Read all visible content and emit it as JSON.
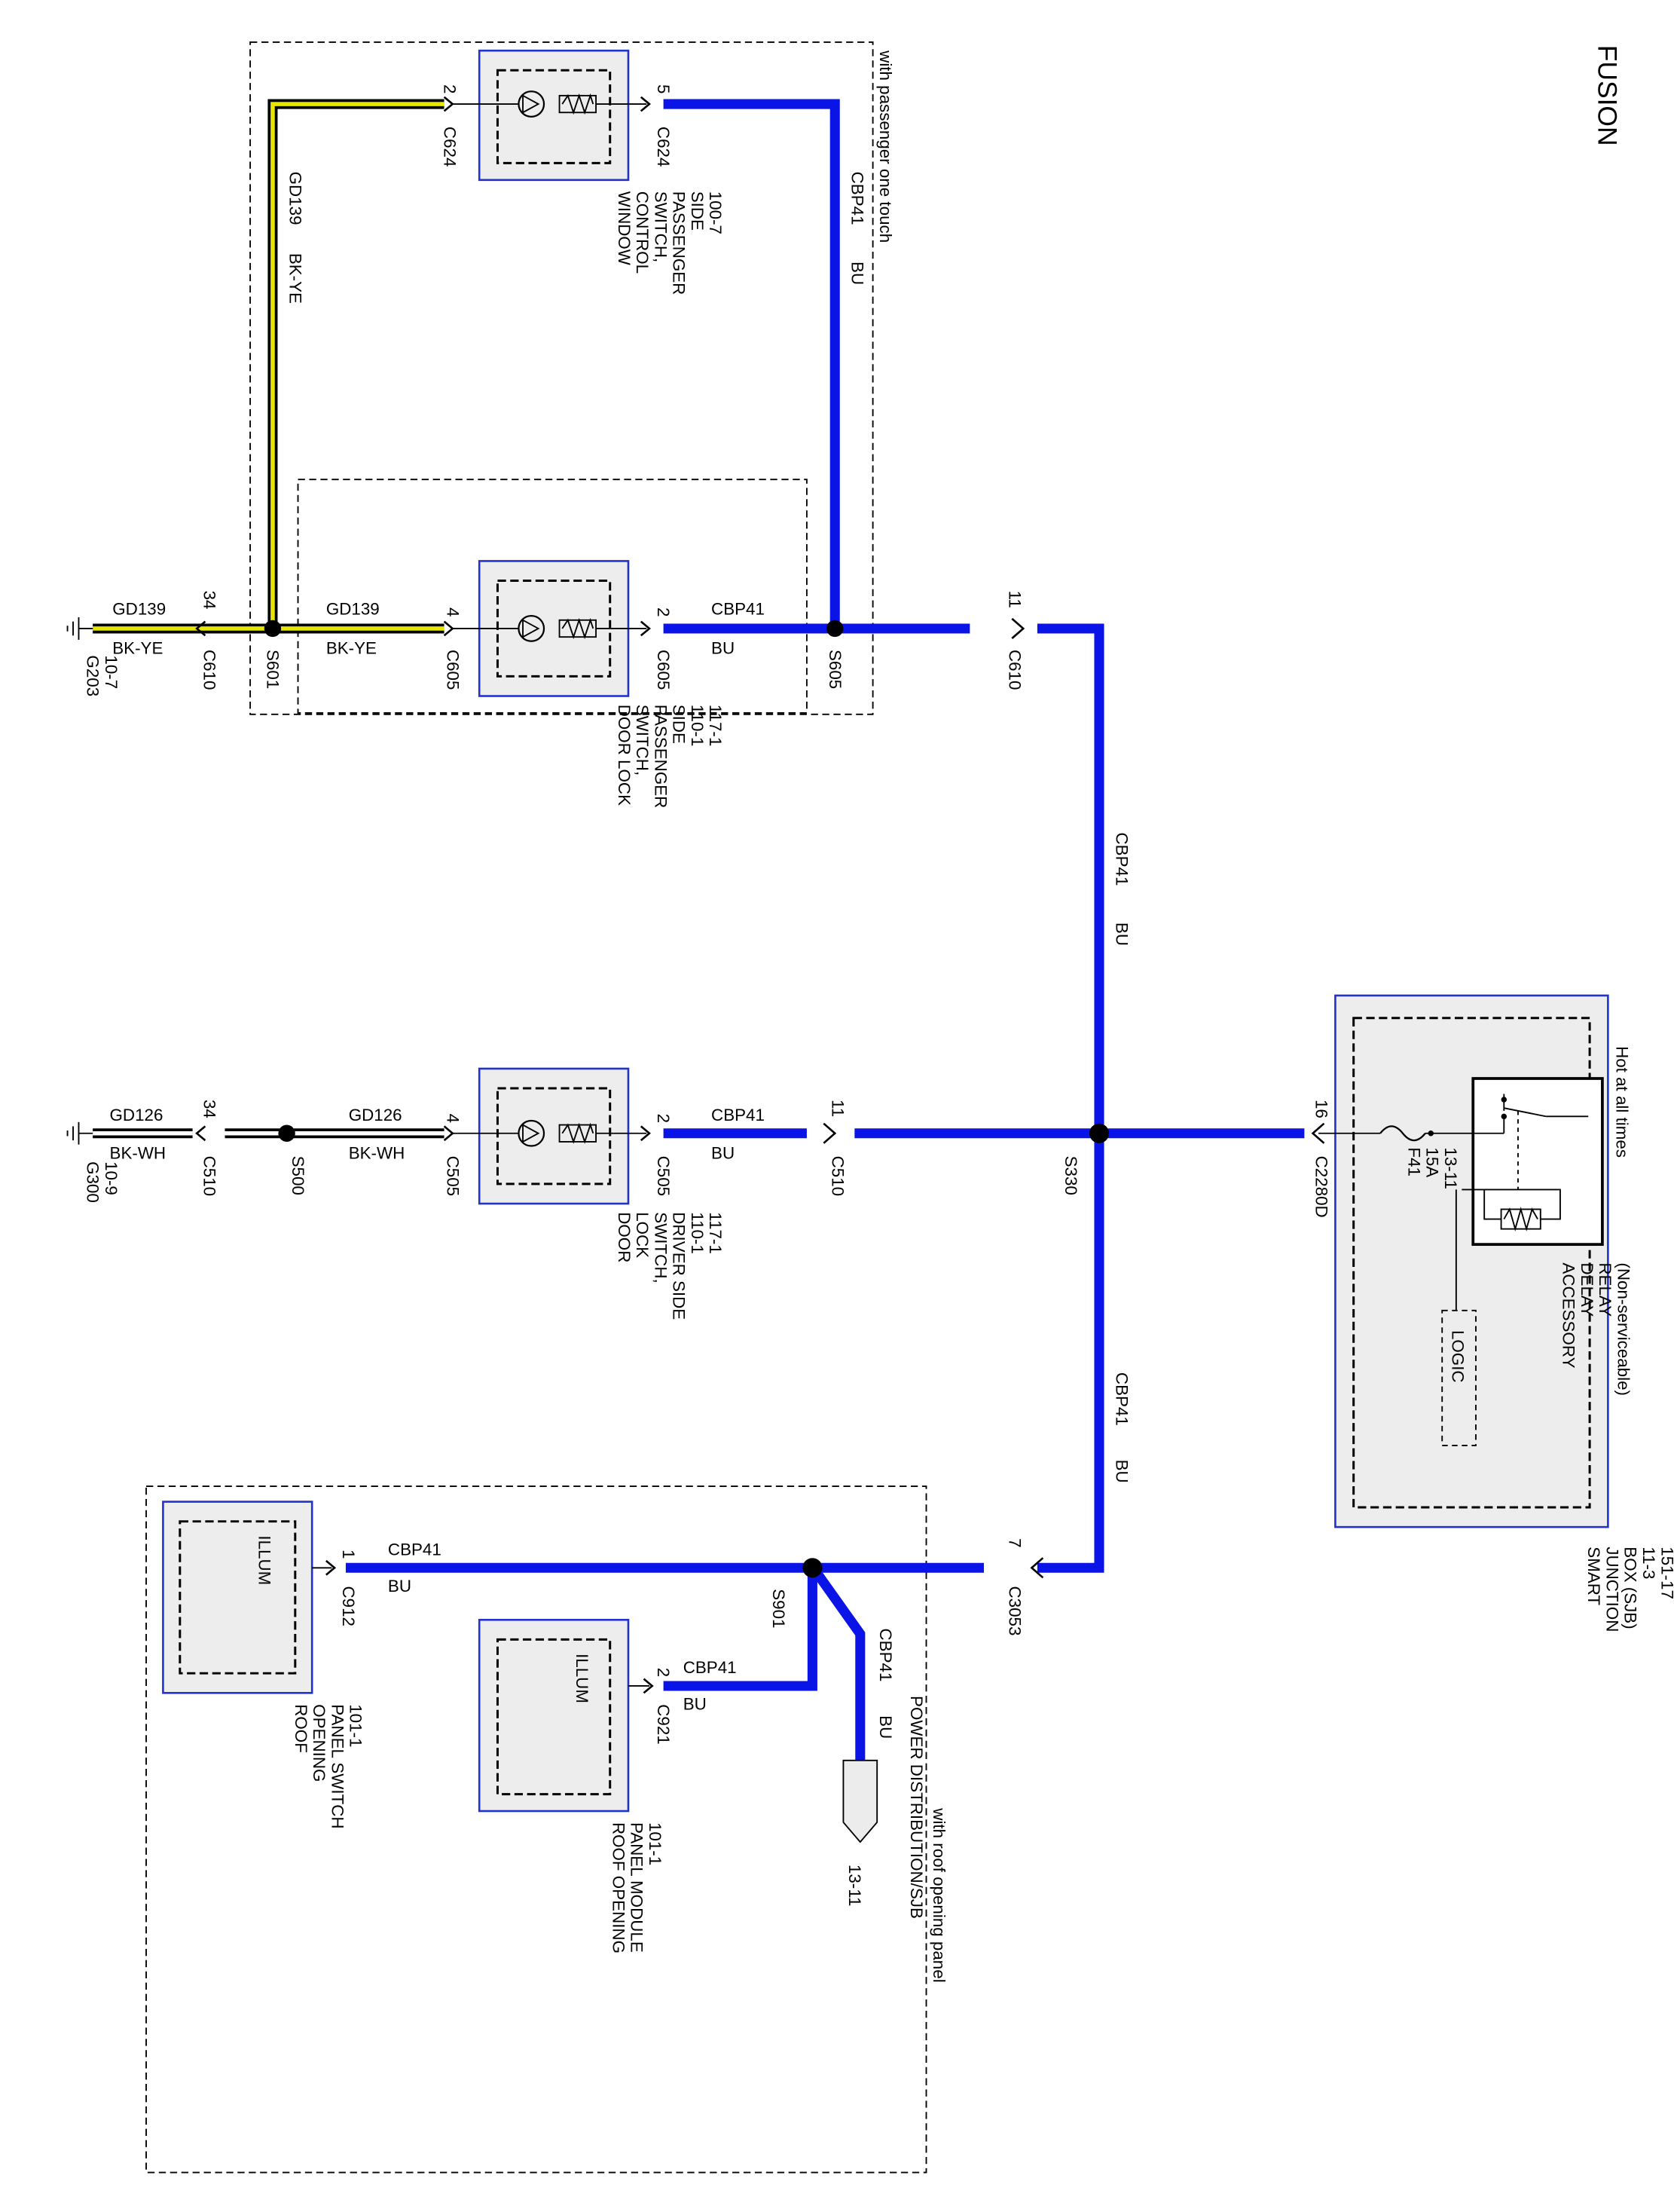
{
  "title": "FUSION",
  "colors": {
    "wire_bu": "#0a14e6",
    "wire_ye": "#e6e600",
    "component_border": "#2233cc",
    "component_fill": "#ededed"
  },
  "notes": {
    "passenger_one_touch": "with passenger one touch",
    "roof_opening_panel": "with roof opening panel",
    "hot_at_all_times": "Hot at all times"
  },
  "components": {
    "window_switch": {
      "lines": [
        "WINDOW",
        "CONTROL",
        "SWITCH,",
        "PASSENGER",
        "SIDE",
        "100-7"
      ]
    },
    "door_lock_pass": {
      "lines": [
        "DOOR LOCK",
        "SWITCH,",
        "PASSENGER",
        "SIDE",
        "110-1",
        "117-1"
      ]
    },
    "door_lock_drv": {
      "lines": [
        "DOOR",
        "LOCK",
        "SWITCH,",
        "DRIVER SIDE",
        "110-1",
        "117-1"
      ]
    },
    "sjb": {
      "lines": [
        "SMART",
        "JUNCTION",
        "BOX (SJB)",
        "11-3",
        "151-17"
      ]
    },
    "relay": {
      "lines": [
        "ACCESSORY",
        "DELAY",
        "RELAY",
        "(Non-serviceable)"
      ]
    },
    "logic": "LOGIC",
    "fuse": {
      "lines": [
        "F41",
        "15A",
        "13-11"
      ]
    },
    "roof_switch": {
      "illum": "ILLUM",
      "lines": [
        "ROOF",
        "OPENING",
        "PANEL SWITCH",
        "101-1"
      ]
    },
    "roof_module": {
      "illum": "ILLUM",
      "lines": [
        "ROOF OPENING",
        "PANEL MODULE",
        "101-1"
      ]
    },
    "power_dist": {
      "lines": [
        "POWER DISTRIBUTION/SJB",
        "13-11"
      ]
    }
  },
  "grounds": {
    "g203": {
      "lines": [
        "G203",
        "10-7"
      ]
    },
    "g300": {
      "lines": [
        "G300",
        "10-9"
      ]
    }
  },
  "splices": {
    "s601": "S601",
    "s605": "S605",
    "s330": "S330",
    "s500": "S500",
    "s901": "S901"
  },
  "connectors": {
    "c624_pin2": {
      "pin": "2",
      "name": "C624"
    },
    "c624_pin5": {
      "pin": "5",
      "name": "C624"
    },
    "c610_pin34": {
      "pin": "34",
      "name": "C610"
    },
    "c605_pin4": {
      "pin": "4",
      "name": "C605"
    },
    "c605_pin2": {
      "pin": "2",
      "name": "C605"
    },
    "c610_pin11": {
      "pin": "11",
      "name": "C610"
    },
    "c510_pin34": {
      "pin": "34",
      "name": "C510"
    },
    "c505_pin4": {
      "pin": "4",
      "name": "C505"
    },
    "c505_pin2": {
      "pin": "2",
      "name": "C505"
    },
    "c510_pin11": {
      "pin": "11",
      "name": "C510"
    },
    "c2280d_pin16": {
      "pin": "16",
      "name": "C2280D"
    },
    "c912_pin1": {
      "pin": "1",
      "name": "C912"
    },
    "c921_pin2": {
      "pin": "2",
      "name": "C921"
    },
    "c3053_pin7": {
      "pin": "7",
      "name": "C3053"
    }
  },
  "wires": {
    "cbp41": "CBP41",
    "bu": "BU",
    "gd139": "GD139",
    "bk_ye": "BK-YE",
    "gd126": "GD126",
    "bk_wh": "BK-WH"
  }
}
